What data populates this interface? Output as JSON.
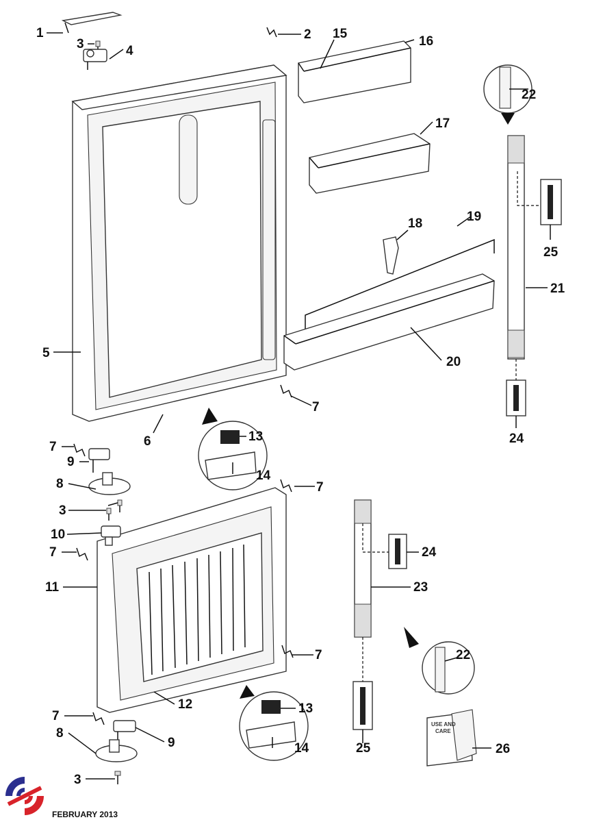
{
  "diagram": {
    "title": "Refrigerator door exploded parts diagram",
    "footer_date": "FEBRUARY 2013",
    "manual_text": [
      "USE AND",
      "CARE"
    ],
    "colors": {
      "logo_blue": "#2b2f8f",
      "logo_red": "#d8232a",
      "line": "#111111"
    },
    "callouts": [
      {
        "id": "c1",
        "label": "1"
      },
      {
        "id": "c2",
        "label": "2"
      },
      {
        "id": "c3a",
        "label": "3"
      },
      {
        "id": "c4",
        "label": "4"
      },
      {
        "id": "c5",
        "label": "5"
      },
      {
        "id": "c6",
        "label": "6"
      },
      {
        "id": "c7a",
        "label": "7"
      },
      {
        "id": "c7b",
        "label": "7"
      },
      {
        "id": "c7c",
        "label": "7"
      },
      {
        "id": "c7d",
        "label": "7"
      },
      {
        "id": "c7e",
        "label": "7"
      },
      {
        "id": "c7f",
        "label": "7"
      },
      {
        "id": "c8a",
        "label": "8"
      },
      {
        "id": "c8b",
        "label": "8"
      },
      {
        "id": "c9a",
        "label": "9"
      },
      {
        "id": "c9b",
        "label": "9"
      },
      {
        "id": "c3b",
        "label": "3"
      },
      {
        "id": "c3c",
        "label": "3"
      },
      {
        "id": "c10",
        "label": "10"
      },
      {
        "id": "c11",
        "label": "11"
      },
      {
        "id": "c12",
        "label": "12"
      },
      {
        "id": "c13a",
        "label": "13"
      },
      {
        "id": "c13b",
        "label": "13"
      },
      {
        "id": "c14a",
        "label": "14"
      },
      {
        "id": "c14b",
        "label": "14"
      },
      {
        "id": "c15",
        "label": "15"
      },
      {
        "id": "c16",
        "label": "16"
      },
      {
        "id": "c17",
        "label": "17"
      },
      {
        "id": "c18",
        "label": "18"
      },
      {
        "id": "c19",
        "label": "19"
      },
      {
        "id": "c20",
        "label": "20"
      },
      {
        "id": "c21",
        "label": "21"
      },
      {
        "id": "c22a",
        "label": "22"
      },
      {
        "id": "c22b",
        "label": "22"
      },
      {
        "id": "c23",
        "label": "23"
      },
      {
        "id": "c24a",
        "label": "24"
      },
      {
        "id": "c24b",
        "label": "24"
      },
      {
        "id": "c25a",
        "label": "25"
      },
      {
        "id": "c25b",
        "label": "25"
      },
      {
        "id": "c26",
        "label": "26"
      }
    ]
  }
}
